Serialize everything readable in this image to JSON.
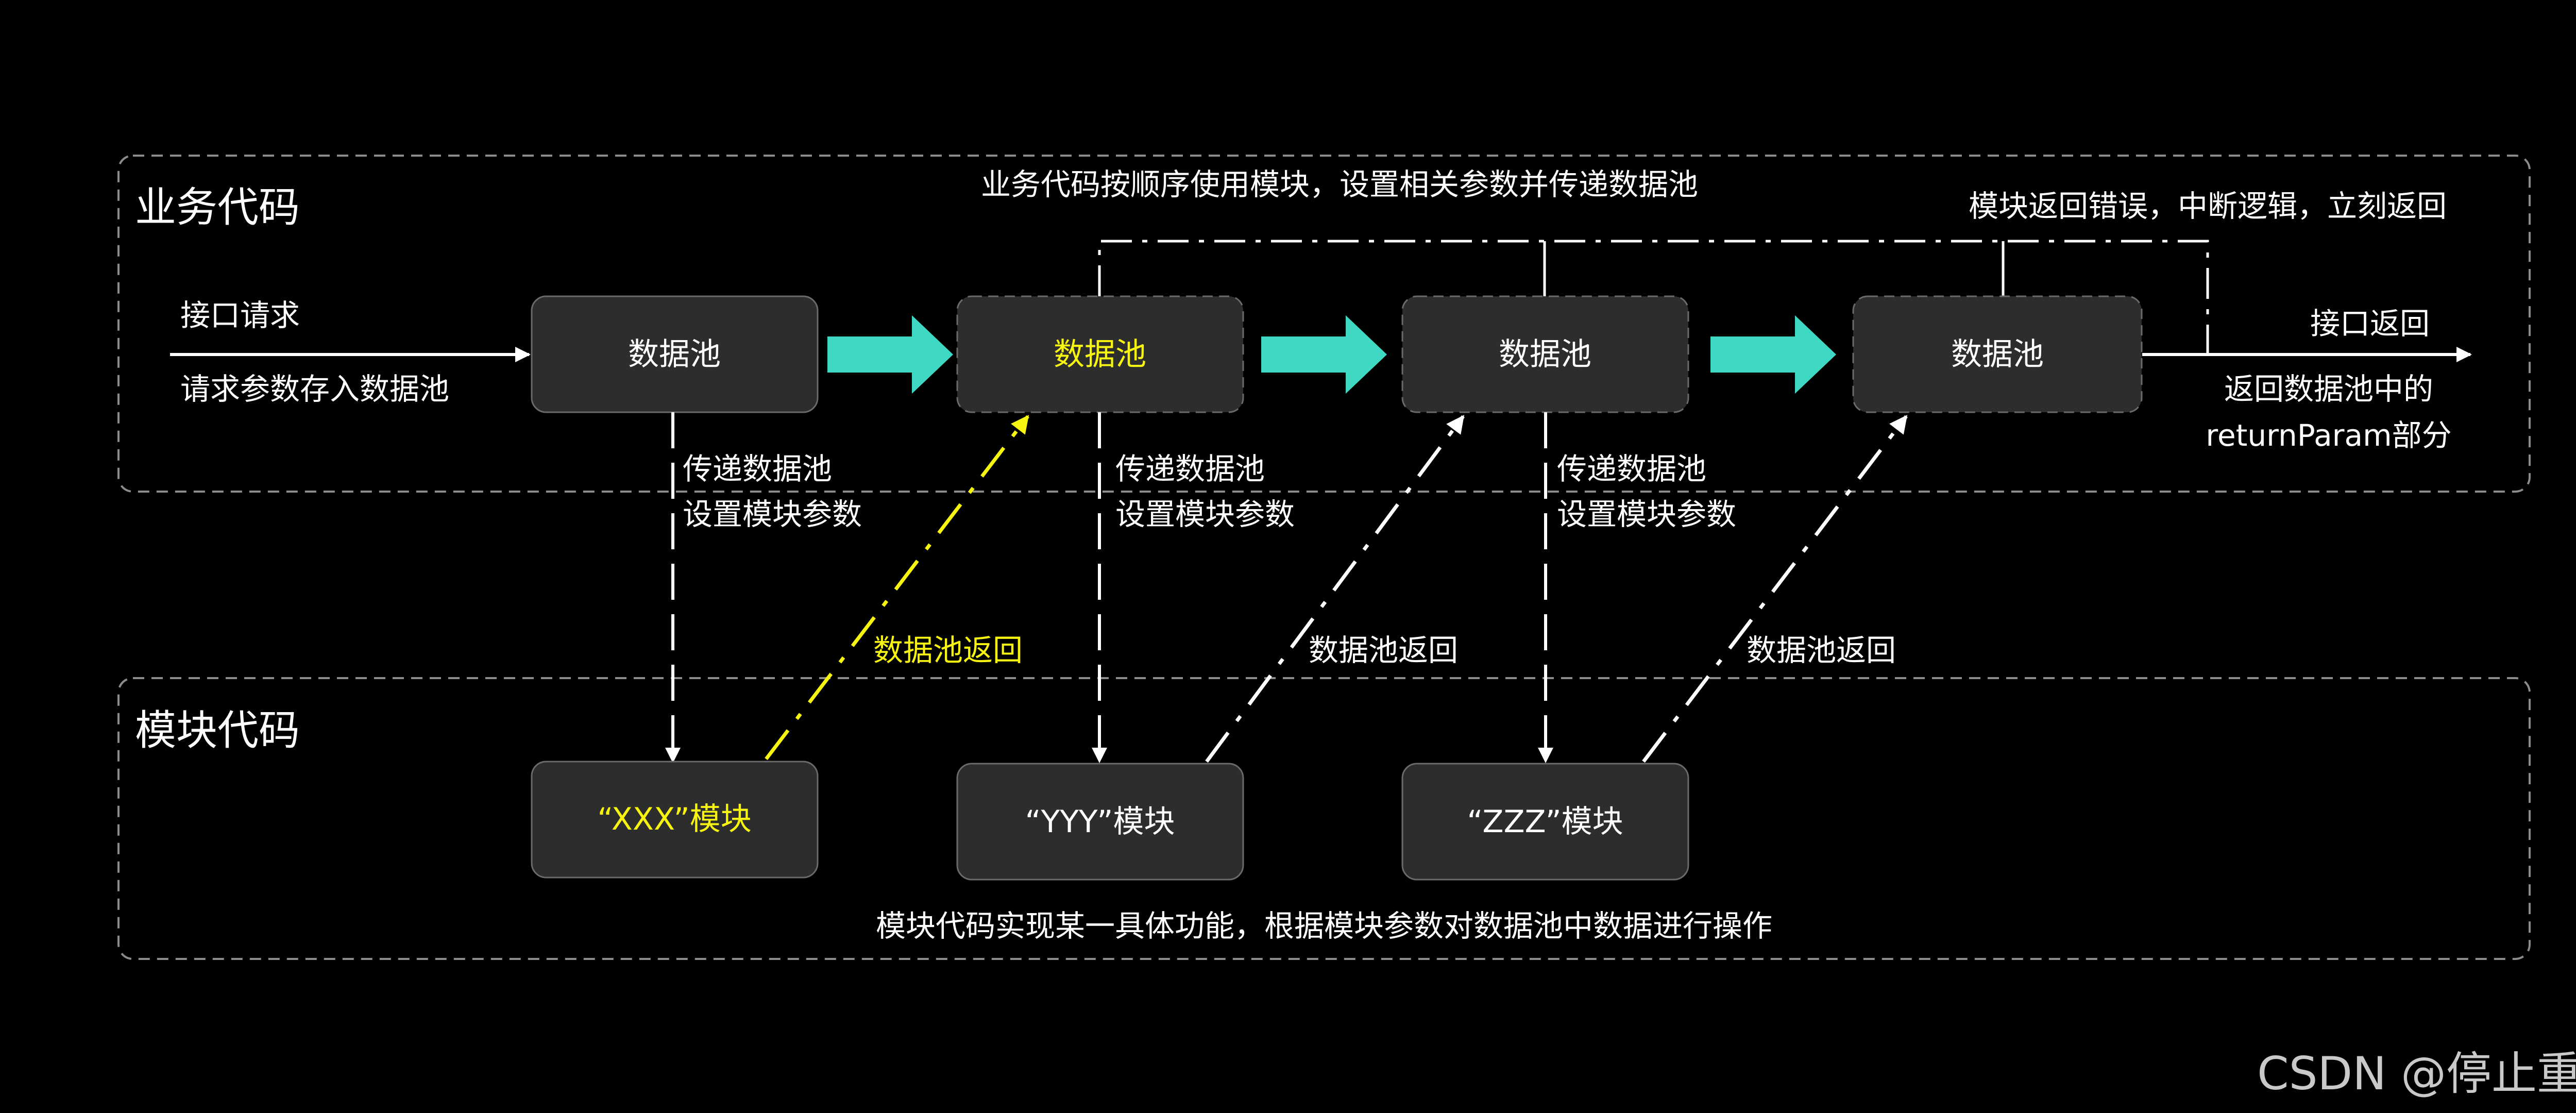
{
  "sections": {
    "business": {
      "title": "业务代码"
    },
    "module": {
      "title": "模块代码"
    }
  },
  "annotations": {
    "business_top": "业务代码按顺序使用模块，设置相关参数并传递数据池",
    "error_return": "模块返回错误，中断逻辑，立刻返回",
    "request_label": "接口请求",
    "request_desc": "请求参数存入数据池",
    "return_label": "接口返回",
    "return_desc_line1": "返回数据池中的",
    "return_desc_line2": "returnParam部分",
    "module_bottom": "模块代码实现某一具体功能，根据模块参数对数据池中数据进行操作",
    "pass_line1": "传递数据池",
    "pass_line2": "设置模块参数",
    "pool_return": "数据池返回"
  },
  "pools": [
    {
      "label": "数据池",
      "highlight": false
    },
    {
      "label": "数据池",
      "highlight": true
    },
    {
      "label": "数据池",
      "highlight": false
    },
    {
      "label": "数据池",
      "highlight": false
    }
  ],
  "modules": [
    {
      "label": "“XXX”模块",
      "highlight": true
    },
    {
      "label": "“YYY”模块",
      "highlight": false
    },
    {
      "label": "“ZZZ”模块",
      "highlight": false
    }
  ],
  "colors": {
    "accent_arrow": "#3fd9c3",
    "highlight": "#f7f410",
    "box_fill": "#2d2d2d",
    "line": "#ffffff"
  },
  "watermark": "CSDN @停止重构"
}
